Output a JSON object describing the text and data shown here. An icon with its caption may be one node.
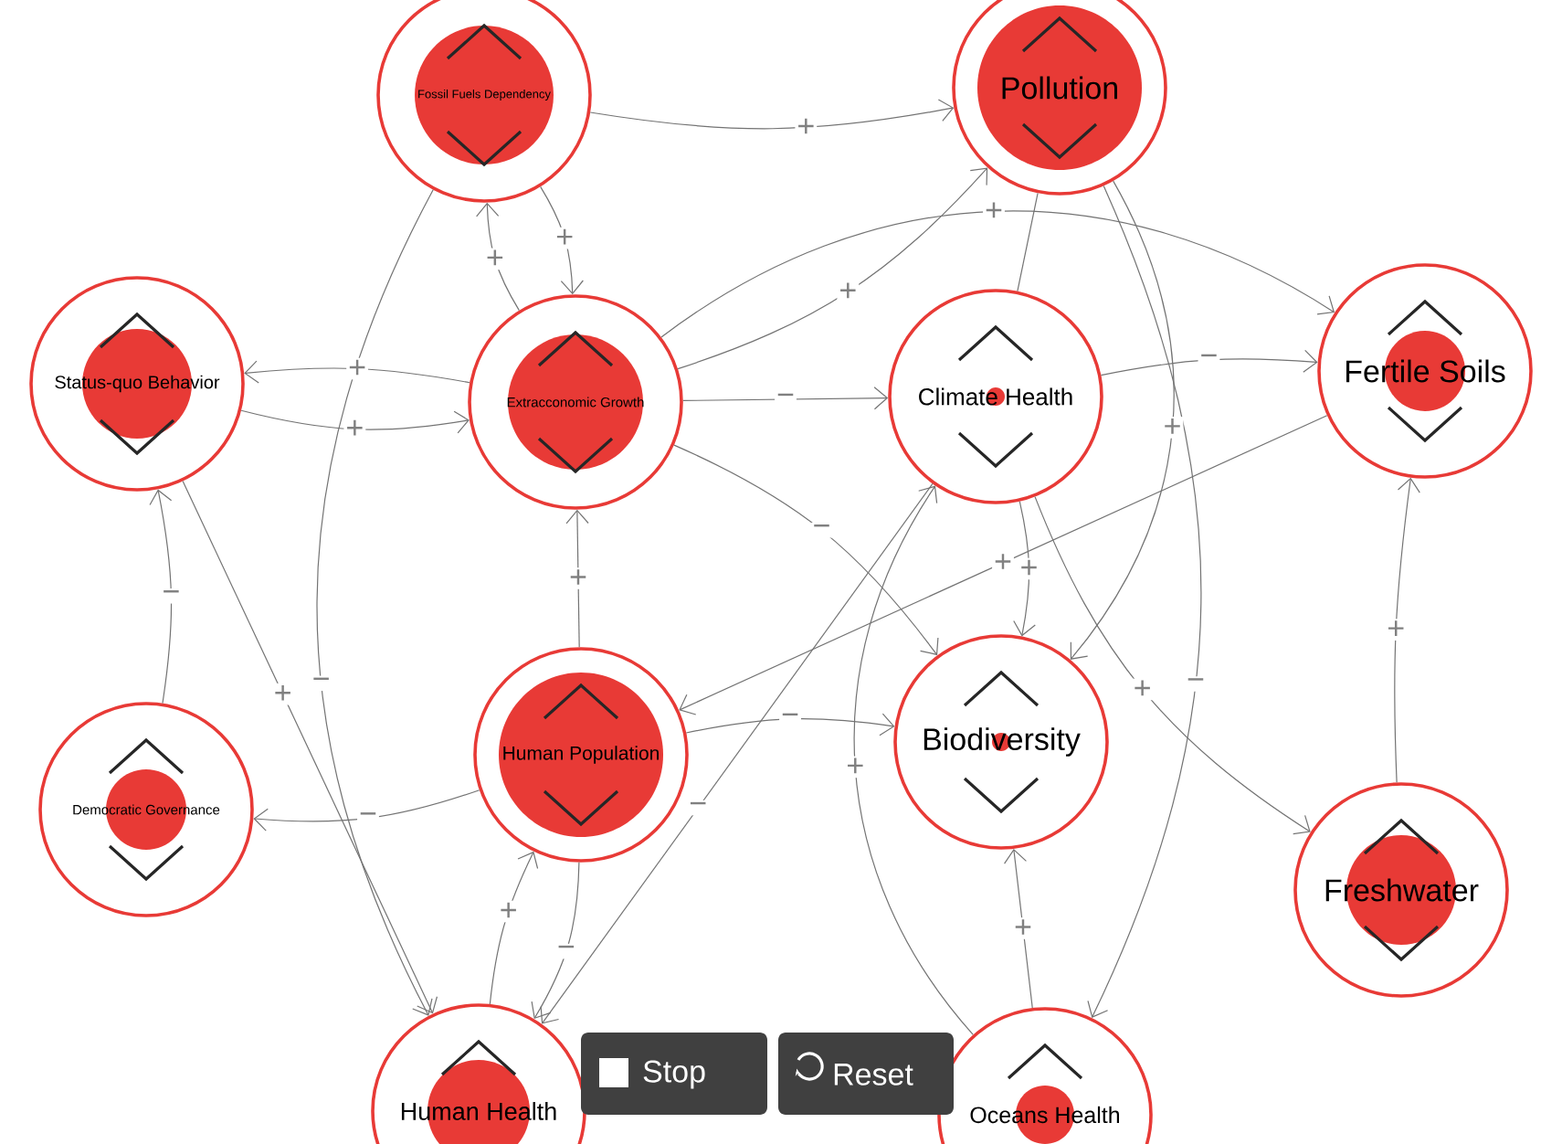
{
  "diagram": {
    "nodes": [
      {
        "text": [
          "Fossil Fuels Dependency"
        ]
      },
      {
        "text": [
          "Pollution"
        ]
      },
      {
        "text": [
          "Status-quo Behavior"
        ]
      },
      {
        "text": [
          "Extracconomic Growth"
        ]
      },
      {
        "text": [
          "Climate Health"
        ]
      },
      {
        "text": [
          "Fertile Soils"
        ]
      },
      {
        "text": [
          "Democratic Governance"
        ]
      },
      {
        "text": [
          "Human Population"
        ]
      },
      {
        "text": [
          "Biodiversity"
        ]
      },
      {
        "text": [
          "Freshwater"
        ]
      },
      {
        "text": [
          "Human Health"
        ]
      },
      {
        "text": [
          "Oceans Health"
        ]
      }
    ],
    "edges": [
      {
        "from": 0,
        "to": 1,
        "arrow": "to",
        "label": "+"
      },
      {
        "from": 0,
        "to": 3,
        "arrow": "to",
        "label": "+"
      },
      {
        "from": 3,
        "to": 0,
        "arrow": "to",
        "label": "+"
      },
      {
        "from": 2,
        "to": 3,
        "arrow": "to",
        "label": "+"
      },
      {
        "from": 3,
        "to": 2,
        "arrow": "to",
        "label": "+"
      },
      {
        "from": 3,
        "to": 1,
        "arrow": "to",
        "label": "+"
      },
      {
        "from": 3,
        "to": 4,
        "arrow": "to",
        "label": "−"
      },
      {
        "from": 3,
        "to": 5,
        "arrow": "to",
        "label": "+"
      },
      {
        "from": 4,
        "to": 5,
        "arrow": "to",
        "label": "−"
      },
      {
        "from": 6,
        "to": 2,
        "arrow": "to",
        "label": "−"
      },
      {
        "from": 7,
        "to": 3,
        "arrow": "to",
        "label": "+"
      },
      {
        "from": 7,
        "to": 6,
        "arrow": "to",
        "label": "−"
      },
      {
        "from": 7,
        "to": 10,
        "arrow": "to",
        "label": "−"
      },
      {
        "from": 10,
        "to": 7,
        "arrow": "to",
        "label": "+"
      },
      {
        "from": 7,
        "to": 8,
        "arrow": "to",
        "label": "−"
      },
      {
        "from": 3,
        "to": 8,
        "arrow": "to",
        "label": "−"
      },
      {
        "from": 5,
        "to": 7,
        "arrow": "to",
        "label": "+"
      },
      {
        "from": 4,
        "to": 8,
        "arrow": "to",
        "label": "+"
      },
      {
        "from": 11,
        "to": 4,
        "arrow": "to",
        "label": "+"
      },
      {
        "from": 11,
        "to": 8,
        "arrow": "to",
        "label": "+"
      },
      {
        "from": 1,
        "to": 11,
        "arrow": "to",
        "label": "−"
      },
      {
        "from": 1,
        "to": 8,
        "arrow": "to",
        "label": "+"
      },
      {
        "from": 4,
        "to": 9,
        "arrow": "to",
        "label": "+"
      },
      {
        "from": 9,
        "to": 5,
        "arrow": "to",
        "label": "+"
      },
      {
        "from": 4,
        "to": 10,
        "arrow": "to",
        "label": "−"
      },
      {
        "from": 0,
        "to": 10,
        "arrow": "to",
        "label": "−"
      },
      {
        "from": 2,
        "to": 10,
        "arrow": "to",
        "label": "+"
      },
      {
        "from": 1,
        "to": 4,
        "arrow": "none"
      }
    ],
    "labels": [
      "Stop",
      "Reset"
    ]
  }
}
